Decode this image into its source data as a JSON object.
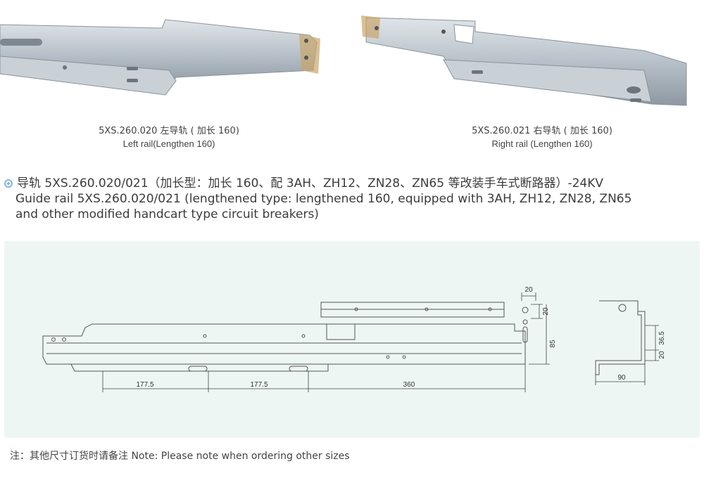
{
  "photos": {
    "left": {
      "name": "left-rail-photo"
    },
    "right": {
      "name": "right-rail-photo"
    }
  },
  "captions": {
    "left": {
      "code_line": "5XS.260.020    左导轨 ( 加长 160)",
      "en_line": "Left rail(Lengthen 160)"
    },
    "right": {
      "code_line": "5XS.260.021    右导轨 ( 加长 160)",
      "en_line": "Right rail (Lengthen 160)"
    }
  },
  "heading": {
    "zh": "导轨 5XS.260.020/021（加长型：加长 160、配 3AH、ZH12、ZN28、ZN65 等改装手车式断路器）-24KV",
    "en1": "Guide rail 5XS.260.020/021 (lengthened type: lengthened 160, equipped with 3AH, ZH12, ZN28, ZN65",
    "en2": "and other modified handcart type circuit breakers)"
  },
  "drawing": {
    "dim_177_1": "177.5",
    "dim_177_2": "177.5",
    "dim_360": "360",
    "dim_20_top": "20",
    "dim_20_right": "20",
    "dim_85": "85",
    "dim_36_5": "36.5",
    "dim_20_side": "20",
    "dim_90": "90"
  },
  "note": "注：其他尺寸订货时请备注 Note: Please note when ordering other sizes",
  "colors": {
    "drawing_bg": "#eef6f4",
    "bullet": "#7fb7e6",
    "metal": "#b9c2c9"
  }
}
